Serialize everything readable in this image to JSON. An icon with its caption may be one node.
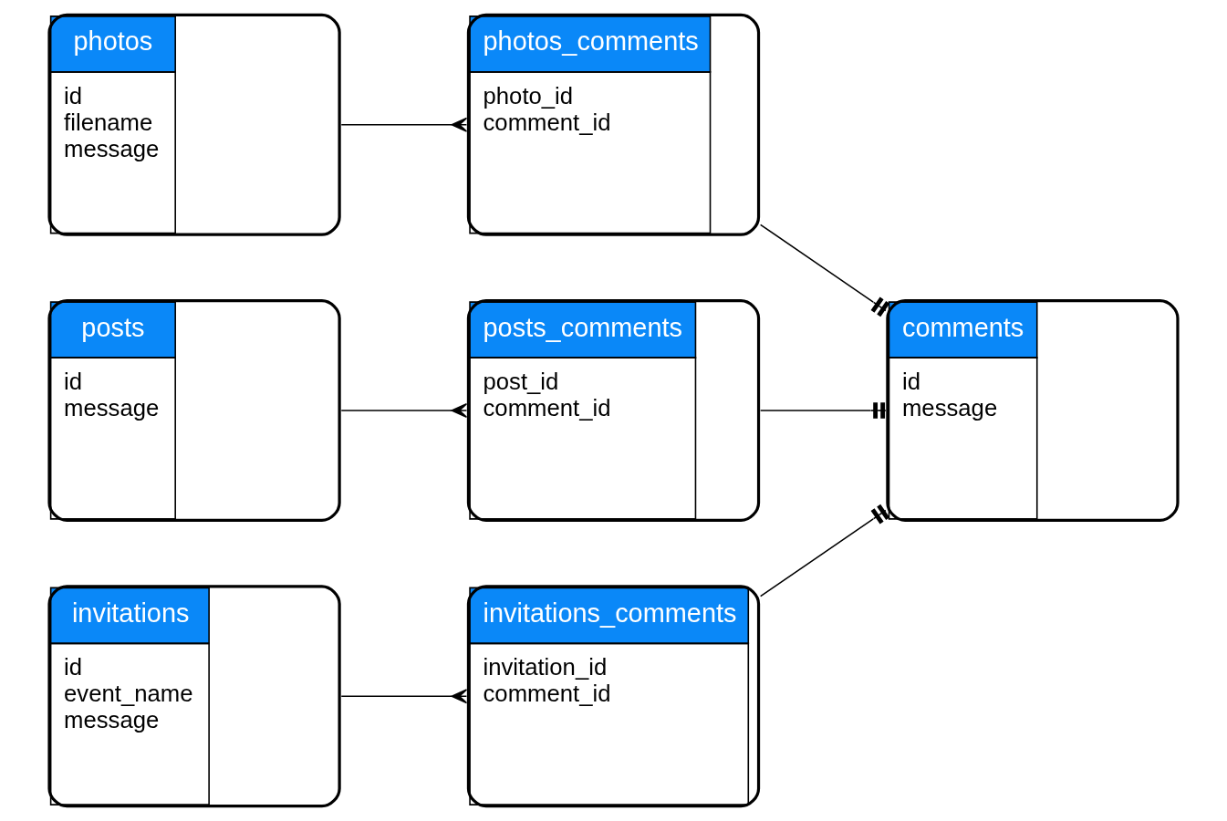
{
  "diagram": {
    "nodes": [
      {
        "text": [
          "photos",
          "id",
          "filename",
          "message"
        ]
      },
      {
        "text": [
          "photos_comments",
          "photo_id",
          "comment_id"
        ]
      },
      {
        "text": [
          "comments",
          "id",
          "message"
        ]
      },
      {
        "text": [
          "posts",
          "id",
          "message"
        ]
      },
      {
        "text": [
          "posts_comments",
          "post_id",
          "comment_id"
        ]
      },
      {
        "text": [
          "invitations",
          "id",
          "event_name",
          "message"
        ]
      },
      {
        "text": [
          "invitations_comments",
          "invitation_id",
          "comment_id"
        ]
      }
    ],
    "edges": [
      {
        "from": 0,
        "to": 1,
        "arrow": "other"
      },
      {
        "from": 1,
        "to": 2,
        "arrow": "other"
      },
      {
        "from": 3,
        "to": 4,
        "arrow": "other"
      },
      {
        "from": 4,
        "to": 2,
        "arrow": "other"
      },
      {
        "from": 5,
        "to": 6,
        "arrow": "other"
      },
      {
        "from": 6,
        "to": 2,
        "arrow": "other"
      }
    ]
  }
}
